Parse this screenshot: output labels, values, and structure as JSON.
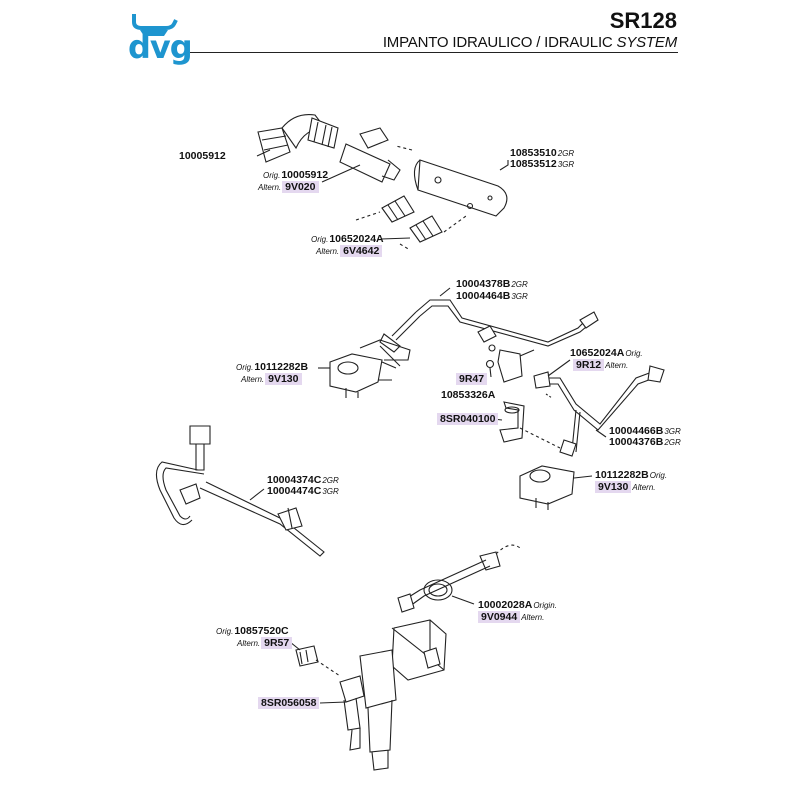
{
  "header": {
    "logo_text": "dvg",
    "title": "SR128",
    "subtitle_main": "IMPANTO IDRAULICO / IDRAULIC",
    "subtitle_italic": "SYSTEM"
  },
  "labels": {
    "l1": {
      "code": "10005912"
    },
    "l2": {
      "pre": "Orig.",
      "code": "10005912"
    },
    "l3": {
      "pre": "Altern.",
      "code": "9V020"
    },
    "l4": {
      "code": "10853510",
      "suffix": "2GR"
    },
    "l5": {
      "code": "10853512",
      "suffix": "3GR"
    },
    "l6": {
      "pre": "Orig.",
      "code": "10652024A"
    },
    "l7": {
      "pre": "Altern.",
      "code": "6V4642"
    },
    "l8": {
      "code": "10004378B",
      "suffix": "2GR"
    },
    "l9": {
      "code": "10004464B",
      "suffix": "3GR"
    },
    "l10": {
      "code": "10652024A",
      "suffix": "Orig."
    },
    "l11": {
      "code": "9R12",
      "suffix": "Altern."
    },
    "l12": {
      "pre": "Orig.",
      "code": "10112282B"
    },
    "l13": {
      "pre": "Altern.",
      "code": "9V130"
    },
    "l14": {
      "code": "9R47"
    },
    "l15": {
      "code": "10853326A"
    },
    "l16": {
      "code": "8SR040100"
    },
    "l17": {
      "code": "10004466B",
      "suffix": "3GR"
    },
    "l18": {
      "code": "10004376B",
      "suffix": "2GR"
    },
    "l19": {
      "code": "10112282B",
      "suffix": "Orig."
    },
    "l20": {
      "code": "9V130",
      "suffix": "Altern."
    },
    "l21": {
      "code": "10004374C",
      "suffix": "2GR"
    },
    "l22": {
      "code": "10004474C",
      "suffix": "3GR"
    },
    "l23": {
      "code": "10002028A",
      "suffix": "Origin."
    },
    "l24": {
      "code": "9V0944",
      "suffix": "Altern."
    },
    "l25": {
      "pre": "Orig.",
      "code": "10857520C"
    },
    "l26": {
      "pre": "Altern.",
      "code": "9R57"
    },
    "l27": {
      "code": "8SR056058"
    }
  },
  "colors": {
    "logo_blue": "#1e95cf",
    "highlight": "#e4d8ef",
    "line": "#222222"
  }
}
